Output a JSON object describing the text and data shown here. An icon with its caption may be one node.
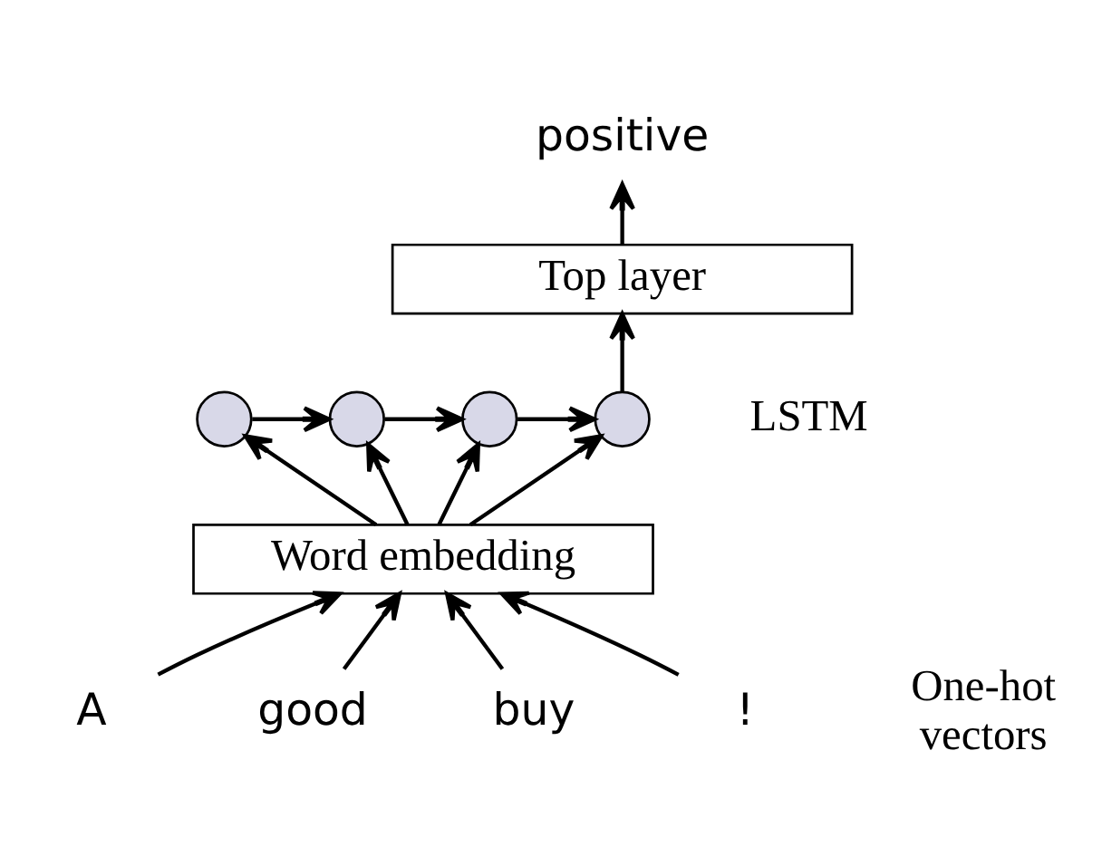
{
  "diagram": {
    "nodes": [
      {
        "text": [
          "positive"
        ]
      },
      {
        "text": [
          "Top layer"
        ]
      },
      {
        "text": [],
        "shape": "circle"
      },
      {
        "text": [],
        "shape": "circle"
      },
      {
        "text": [],
        "shape": "circle"
      },
      {
        "text": [],
        "shape": "circle"
      },
      {
        "text": [
          "Word embedding"
        ]
      },
      {
        "text": [
          "A"
        ]
      },
      {
        "text": [
          "good"
        ]
      },
      {
        "text": [
          "buy"
        ]
      },
      {
        "text": [
          "!"
        ]
      }
    ],
    "edges": [
      {
        "from": 1,
        "to": 0,
        "arrow": "to"
      },
      {
        "from": 5,
        "to": 1,
        "arrow": "to"
      },
      {
        "from": 2,
        "to": 3,
        "arrow": "to"
      },
      {
        "from": 3,
        "to": 4,
        "arrow": "to"
      },
      {
        "from": 4,
        "to": 5,
        "arrow": "to"
      },
      {
        "from": 6,
        "to": 2,
        "arrow": "to"
      },
      {
        "from": 6,
        "to": 3,
        "arrow": "to"
      },
      {
        "from": 6,
        "to": 4,
        "arrow": "to"
      },
      {
        "from": 6,
        "to": 5,
        "arrow": "to"
      },
      {
        "from": 7,
        "to": 6,
        "arrow": "to"
      },
      {
        "from": 8,
        "to": 6,
        "arrow": "to"
      },
      {
        "from": 9,
        "to": 6,
        "arrow": "to"
      },
      {
        "from": 10,
        "to": 6,
        "arrow": "to"
      }
    ],
    "labels": [
      "LSTM",
      "One-hot vectors"
    ]
  }
}
